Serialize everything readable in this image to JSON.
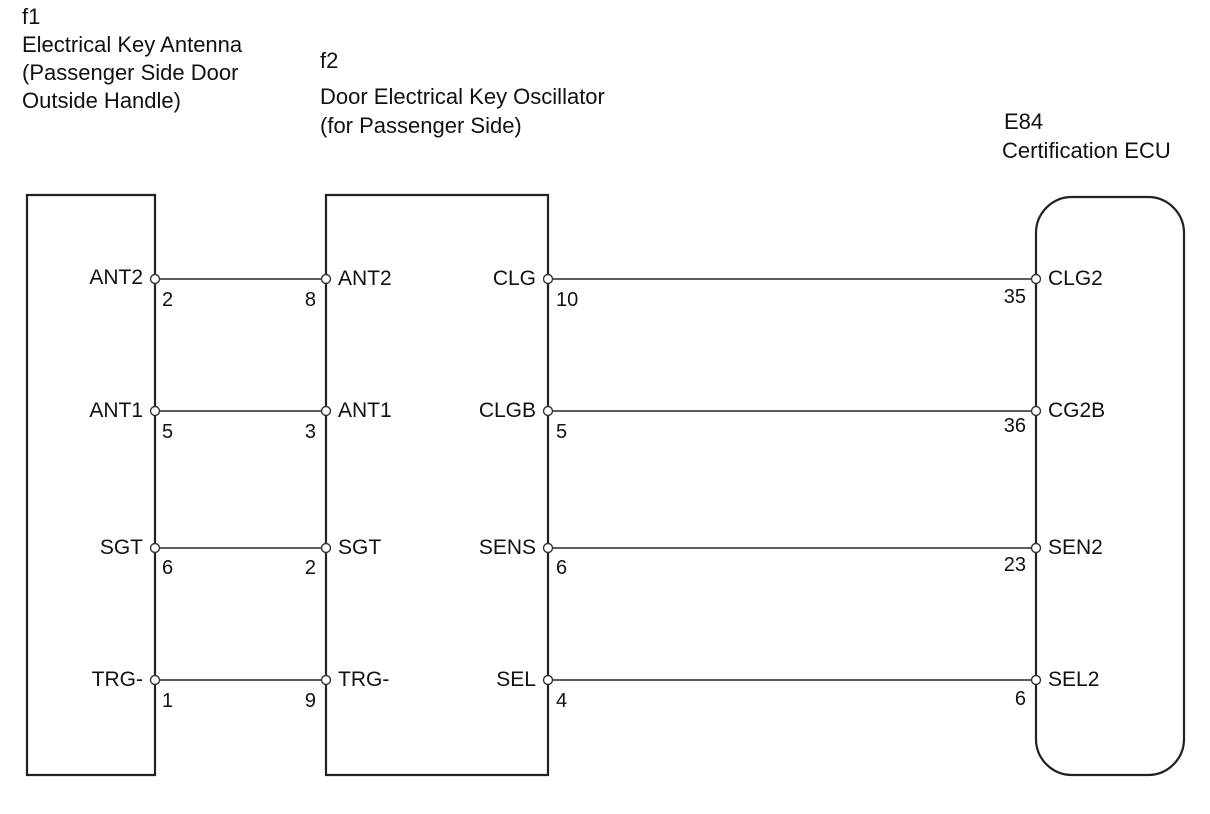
{
  "components": {
    "f1": {
      "code": "f1",
      "name_lines": [
        "Electrical Key Antenna",
        "(Passenger Side Door",
        "Outside Handle)"
      ],
      "pins": [
        {
          "name": "ANT2",
          "num": "2"
        },
        {
          "name": "ANT1",
          "num": "5"
        },
        {
          "name": "SGT",
          "num": "6"
        },
        {
          "name": "TRG-",
          "num": "1"
        }
      ]
    },
    "f2": {
      "code": "f2",
      "name_lines": [
        "Door Electrical Key Oscillator",
        "(for Passenger Side)"
      ],
      "left_pins": [
        {
          "name": "ANT2",
          "num": "8"
        },
        {
          "name": "ANT1",
          "num": "3"
        },
        {
          "name": "SGT",
          "num": "2"
        },
        {
          "name": "TRG-",
          "num": "9"
        }
      ],
      "right_pins": [
        {
          "name": "CLG",
          "num": "10"
        },
        {
          "name": "CLGB",
          "num": "5"
        },
        {
          "name": "SENS",
          "num": "6"
        },
        {
          "name": "SEL",
          "num": "4"
        }
      ]
    },
    "e84": {
      "code": "E84",
      "name_lines": [
        "Certification ECU"
      ],
      "pins": [
        {
          "name": "CLG2",
          "num": "35"
        },
        {
          "name": "CG2B",
          "num": "36"
        },
        {
          "name": "SEN2",
          "num": "23"
        },
        {
          "name": "SEL2",
          "num": "6"
        }
      ]
    }
  },
  "colors": {
    "line": "#222222",
    "wire": "#444444",
    "text": "#111111",
    "background": "#ffffff"
  }
}
